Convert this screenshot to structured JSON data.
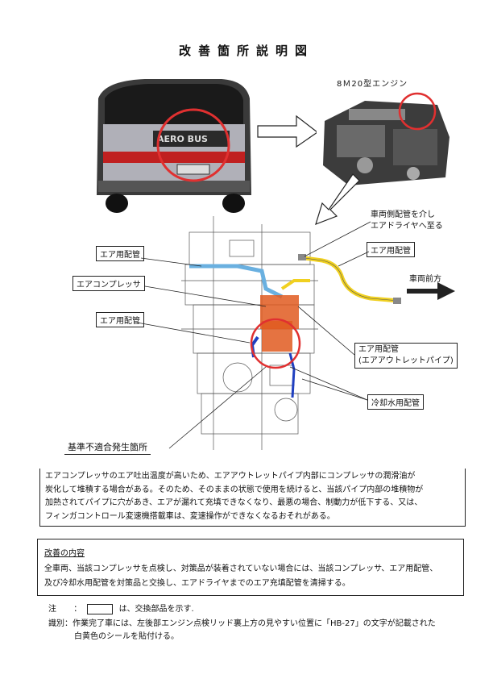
{
  "page_title": "改善箇所説明図",
  "engine_model_label": "8Ｍ20型エンジン",
  "bus_logo_text": "AERO BUS",
  "callouts": {
    "vehicle_pipe": "車両側配管を介し\nエアドライヤへ至る",
    "air_pipe_top_left": "エア用配管",
    "air_compressor": "エアコンプレッサ",
    "air_pipe_mid_left": "エア用配管",
    "air_pipe_top_right": "エア用配管",
    "vehicle_front": "車両前方",
    "air_outlet_pipe_line1": "エア用配管",
    "air_outlet_pipe_line2": "(エアアウトレットパイプ)",
    "coolant_pipe": "冷却水用配管",
    "defect_location": "基準不適合発生箇所"
  },
  "description": {
    "line1": "エアコンプレッサのエア吐出温度が高いため、エアアウトレットパイプ内部にコンプレッサの潤滑油が",
    "line2": "炭化して堆積する場合がある。そのため、そのままの状態で使用を続けると、当該パイプ内部の堆積物が",
    "line3": "加熱されてパイプに穴があき、エアが漏れて充填できなくなり、最悪の場合、制動力が低下する、又は、",
    "line4": "フィンガコントロール変速機搭載車は、変速操作ができなくなるおそれがある。"
  },
  "improvement": {
    "heading": "改善の内容",
    "line1": "全車両、当該コンプレッサを点検し、対策品が装着されていない場合には、当該コンプレッサ、エア用配管、",
    "line2": "及び冷却水用配管を対策品と交換し、エアドライヤまでのエア充填配管を清掃する。"
  },
  "notes": {
    "note_label": "注",
    "note_colon": "：",
    "note_text": "は、交換部品を示す.",
    "id_label": "識別：",
    "id_line1": "作業完了車には、左後部エンジン点検リッド裏上方の見やすい位置に「HB-27」の文字が記載された",
    "id_line2": "白黄色のシールを貼付ける。"
  },
  "colors": {
    "highlight_circle": "#e03030",
    "air_pipe_blue": "#6ab0e0",
    "compressor_orange": "#e05a20",
    "outlet_pipe_yellow": "#f0d020",
    "coolant_blue": "#2040c0"
  }
}
